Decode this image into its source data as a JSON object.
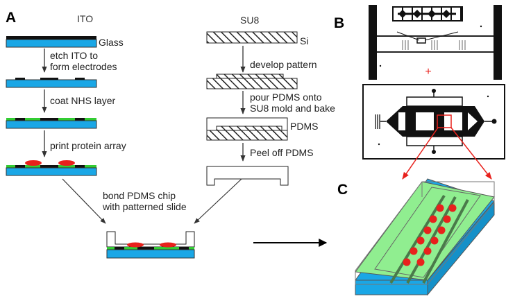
{
  "panels": {
    "a": "A",
    "b": "B",
    "c": "C"
  },
  "headers": {
    "ito": "ITO",
    "su8": "SU8"
  },
  "left_labels": {
    "glass": "Glass",
    "etch_line1": "etch ITO to",
    "etch_line2": "form electrodes",
    "coat": "coat NHS layer",
    "print": "print protein array"
  },
  "right_labels": {
    "si": "Si",
    "develop": "develop pattern",
    "pour_line1": "pour PDMS onto",
    "pour_line2": "SU8 mold and bake",
    "pdms": "PDMS",
    "peel": "Peel off PDMS"
  },
  "bond": {
    "line1": "bond PDMS chip",
    "line2": "with patterned slide"
  },
  "colors": {
    "glass": "#1aa7e6",
    "nhs": "#33cc33",
    "protein": "#e8211c",
    "channel_green": "#90ee90",
    "electrode": "#111111"
  }
}
